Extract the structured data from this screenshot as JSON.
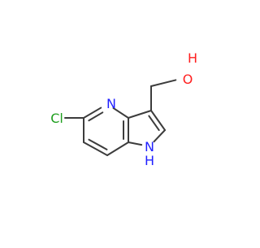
{
  "molecule": {
    "atom_labels": {
      "chlorine": "Cl",
      "pyridine_nitrogen": "N",
      "nh_nitrogen": "N",
      "nh_hydrogen": "H",
      "hydroxyl_oxygen": "O",
      "hydroxyl_hydrogen": "H"
    },
    "colors": {
      "bond": "#3c3c3c",
      "nitrogen": "#1f1fff",
      "oxygen": "#ff1f1f",
      "chlorine": "#1f9f1f"
    }
  }
}
